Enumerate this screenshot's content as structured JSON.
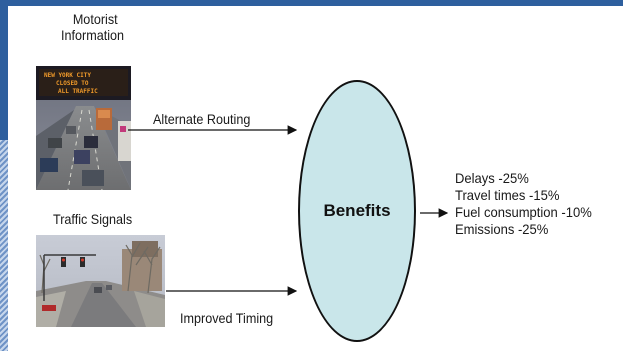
{
  "motorist": {
    "label_line1": "Motorist",
    "label_line2": "Information",
    "sign_text": "NEW YORK CITY CLOSED TO ALL TRAFFIC"
  },
  "signals": {
    "label": "Traffic Signals"
  },
  "arrows": {
    "alternate_routing": "Alternate Routing",
    "improved_timing": "Improved Timing"
  },
  "center": {
    "label": "Benefits",
    "fill_color": "#c9e6ea"
  },
  "benefits": [
    "Delays -25%",
    "Travel times -15%",
    "Fuel consumption -10%",
    "Emissions -25%"
  ],
  "colors": {
    "frame": "#2e5f9e",
    "background": "#ffffff"
  }
}
